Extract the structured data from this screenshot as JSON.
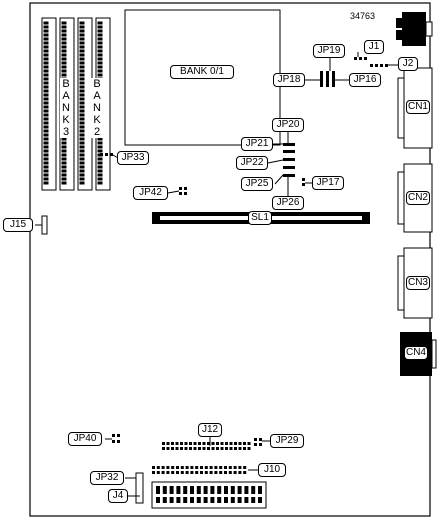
{
  "board_id": "34763",
  "memory": {
    "bank01": "BANK 0/1",
    "bank2": "BANK2",
    "bank3": "BANK3"
  },
  "slot": "SL1",
  "connectors": {
    "cn1": "CN1",
    "cn2": "CN2",
    "cn3": "CN3",
    "cn4": "CN4"
  },
  "jumpers": {
    "j1": "J1",
    "j2": "J2",
    "j4": "J4",
    "j10": "J10",
    "j12": "J12",
    "j15": "J15",
    "jp16": "JP16",
    "jp17": "JP17",
    "jp18": "JP18",
    "jp19": "JP19",
    "jp20": "JP20",
    "jp21": "JP21",
    "jp22": "JP22",
    "jp25": "JP25",
    "jp26": "JP26",
    "jp29": "JP29",
    "jp32": "JP32",
    "jp33": "JP33",
    "jp40": "JP40",
    "jp42": "JP42"
  }
}
